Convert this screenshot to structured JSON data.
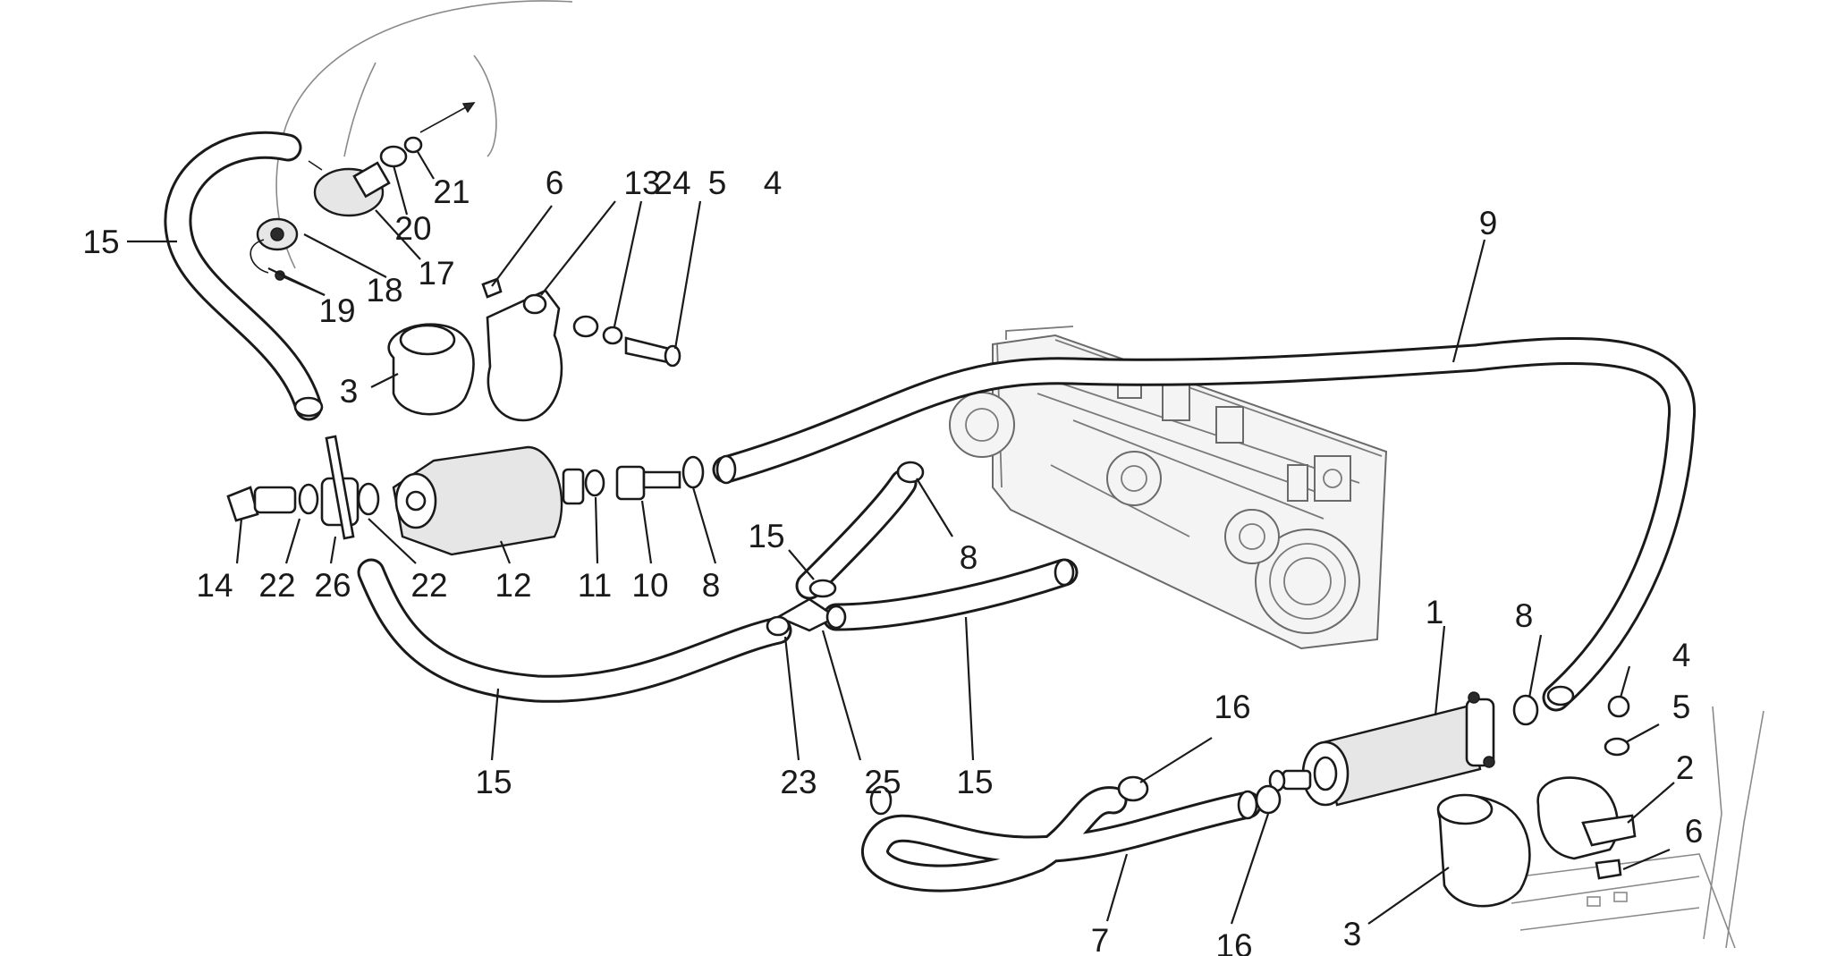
{
  "callouts": [
    {
      "id": "c1",
      "text": "1"
    },
    {
      "id": "c2",
      "text": "2"
    },
    {
      "id": "c3a",
      "text": "3"
    },
    {
      "id": "c3b",
      "text": "3"
    },
    {
      "id": "c4a",
      "text": "4"
    },
    {
      "id": "c4b",
      "text": "4"
    },
    {
      "id": "c5a",
      "text": "5"
    },
    {
      "id": "c5b",
      "text": "5"
    },
    {
      "id": "c6a",
      "text": "6"
    },
    {
      "id": "c6b",
      "text": "6"
    },
    {
      "id": "c7",
      "text": "7"
    },
    {
      "id": "c8a",
      "text": "8"
    },
    {
      "id": "c8b",
      "text": "8"
    },
    {
      "id": "c8c",
      "text": "8"
    },
    {
      "id": "c9",
      "text": "9"
    },
    {
      "id": "c10",
      "text": "10"
    },
    {
      "id": "c11",
      "text": "11"
    },
    {
      "id": "c12",
      "text": "12"
    },
    {
      "id": "c13",
      "text": "13"
    },
    {
      "id": "c14",
      "text": "14"
    },
    {
      "id": "c15a",
      "text": "15"
    },
    {
      "id": "c15b",
      "text": "15"
    },
    {
      "id": "c15c",
      "text": "15"
    },
    {
      "id": "c15d",
      "text": "15"
    },
    {
      "id": "c16a",
      "text": "16"
    },
    {
      "id": "c16b",
      "text": "16"
    },
    {
      "id": "c17",
      "text": "17"
    },
    {
      "id": "c18",
      "text": "18"
    },
    {
      "id": "c19",
      "text": "19"
    },
    {
      "id": "c20",
      "text": "20"
    },
    {
      "id": "c21",
      "text": "21"
    },
    {
      "id": "c22a",
      "text": "22"
    },
    {
      "id": "c22b",
      "text": "22"
    },
    {
      "id": "c23",
      "text": "23"
    },
    {
      "id": "c24",
      "text": "24"
    },
    {
      "id": "c25",
      "text": "25"
    },
    {
      "id": "c26",
      "text": "26"
    }
  ]
}
